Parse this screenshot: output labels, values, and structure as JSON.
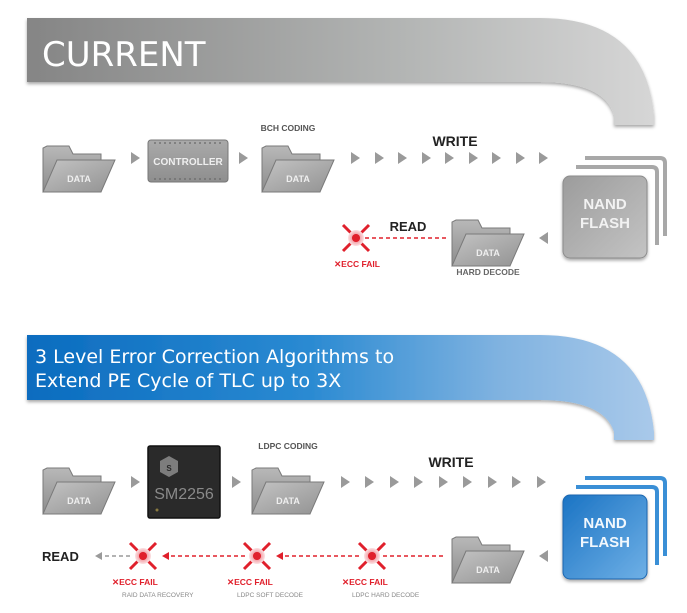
{
  "current": {
    "title": "CURRENT",
    "data_folder_label": "DATA",
    "controller_label": "CONTROLLER",
    "coding_label": "BCH CODING",
    "coded_folder_label": "DATA",
    "write_label": "WRITE",
    "nand_line1": "NAND",
    "nand_line2": "FLASH",
    "read_label": "READ",
    "read_folder_label": "DATA",
    "decode_label": "HARD DECODE",
    "fail_label": "✕ECC FAIL"
  },
  "improved": {
    "title_line1": "3 Level Error Correction Algorithms to",
    "title_line2": "Extend PE Cycle of TLC up to 3X",
    "data_folder_label": "DATA",
    "controller_label": "SM2256",
    "coding_label": "LDPC CODING",
    "coded_folder_label": "DATA",
    "write_label": "WRITE",
    "nand_line1": "NAND",
    "nand_line2": "FLASH",
    "read_label": "READ",
    "read_folder_label": "DATA",
    "fails": [
      {
        "label": "✕ECC FAIL",
        "stage": "RAID DATA RECOVERY"
      },
      {
        "label": "✕ECC FAIL",
        "stage": "LDPC SOFT DECODE"
      },
      {
        "label": "✕ECC FAIL",
        "stage": "LDPC HARD DECODE"
      }
    ]
  },
  "colors": {
    "fail_red": "#e0202c",
    "gray_accent": "#8a8a8a",
    "blue_accent": "#1f7fc9"
  }
}
